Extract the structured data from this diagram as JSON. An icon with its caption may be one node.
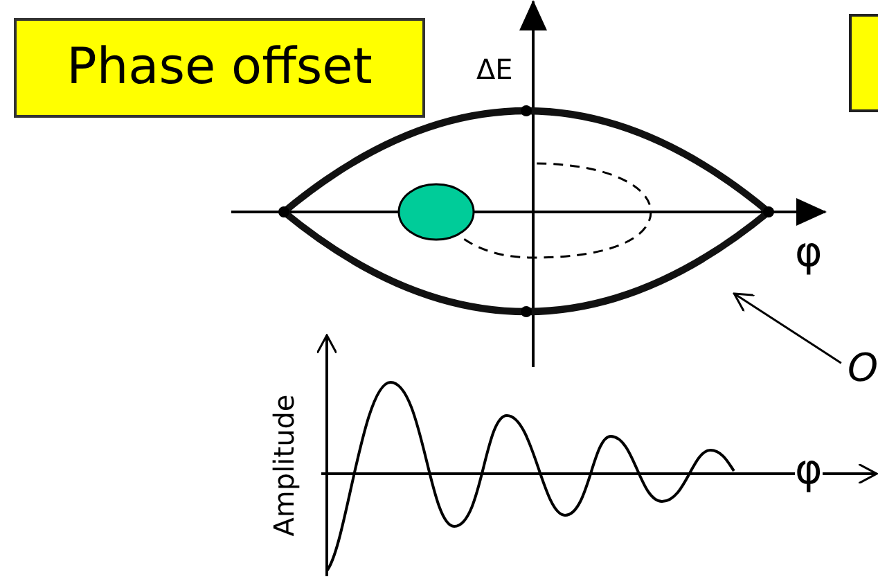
{
  "diagram": {
    "title": "Phase offset",
    "nodes": [
      {
        "text": [],
        "shape": "picture"
      },
      {
        "text": [
          "O"
        ]
      },
      {
        "text": [],
        "shape": "box"
      }
    ],
    "edges": [
      {
        "from": 1,
        "to": 0,
        "arrow": "to"
      }
    ],
    "labels": [
      "ΔE",
      "φ",
      "Amplitude",
      "φ"
    ]
  }
}
